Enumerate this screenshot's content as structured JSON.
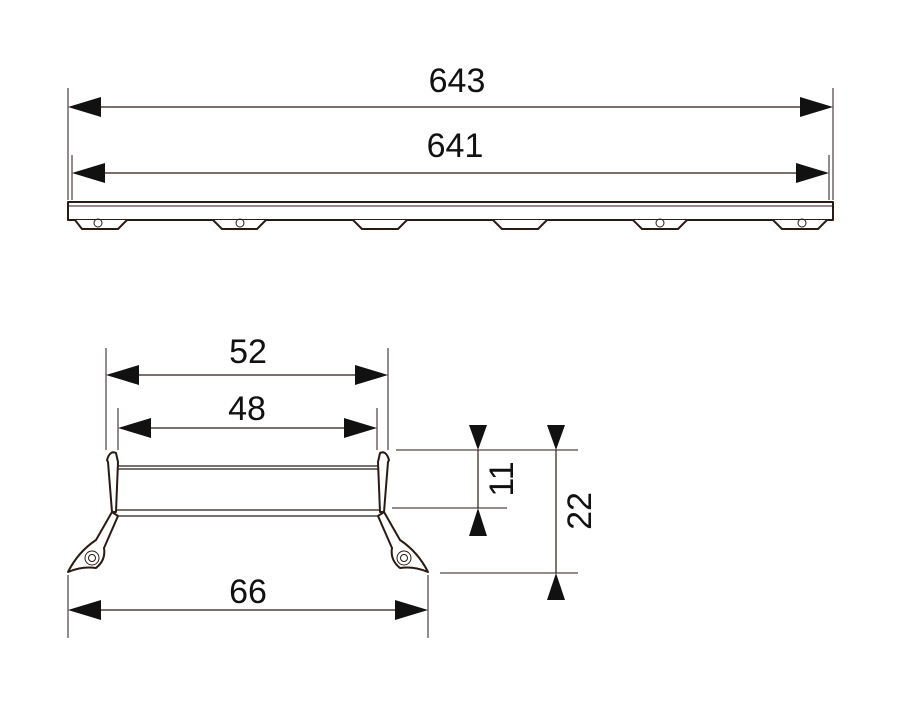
{
  "dimensions": {
    "overall_length": "643",
    "inner_length": "641",
    "top_width": "52",
    "inner_width": "48",
    "base_width": "66",
    "height_small": "11",
    "height_total": "22"
  },
  "colors": {
    "line": "#2a1a14",
    "arrow": "#111111",
    "background": "#ffffff"
  }
}
